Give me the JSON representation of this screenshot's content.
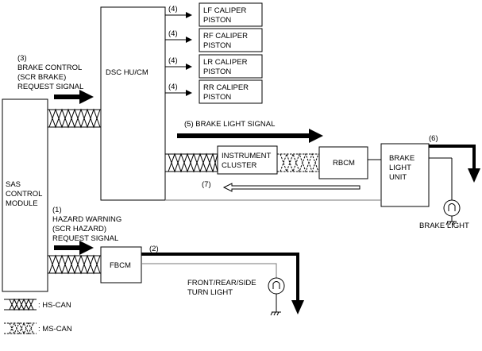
{
  "blocks": {
    "dsc": "DSC HU/CM",
    "sas": [
      "SAS",
      "CONTROL",
      "MODULE"
    ],
    "instrument_cluster": [
      "INSTRUMENT",
      "CLUSTER"
    ],
    "rbcm": "RBCM",
    "brake_light_unit": [
      "BRAKE",
      "LIGHT",
      "UNIT"
    ],
    "fbcm": "FBCM",
    "calipers": [
      {
        "num": "(4)",
        "lines": [
          "LF CALIPER",
          "PISTON"
        ]
      },
      {
        "num": "(4)",
        "lines": [
          "RF CALIPER",
          "PISTON"
        ]
      },
      {
        "num": "(4)",
        "lines": [
          "LR CALIPER",
          "PISTON"
        ]
      },
      {
        "num": "(4)",
        "lines": [
          "RR CALIPER",
          "PISTON"
        ]
      }
    ]
  },
  "signals": {
    "brake_control": [
      "(3)",
      "BRAKE CONTROL",
      "(SCR BRAKE)",
      "REQUEST SIGNAL"
    ],
    "hazard_warning": [
      "(1)",
      "HAZARD WARNING",
      "(SCR HAZARD)",
      "REQUEST SIGNAL"
    ],
    "brake_light_signal": "(5) BRAKE LIGHT SIGNAL",
    "return_num": "(7)",
    "brake_out_num": "(6)",
    "fbcm_out_num": "(2)"
  },
  "loads": {
    "brake_light": "BRAKE LIGHT",
    "turn_light": [
      "FRONT/REAR/SIDE",
      "TURN LIGHT"
    ]
  },
  "legend": {
    "hs_can": ": HS-CAN",
    "ms_can": ": MS-CAN"
  }
}
